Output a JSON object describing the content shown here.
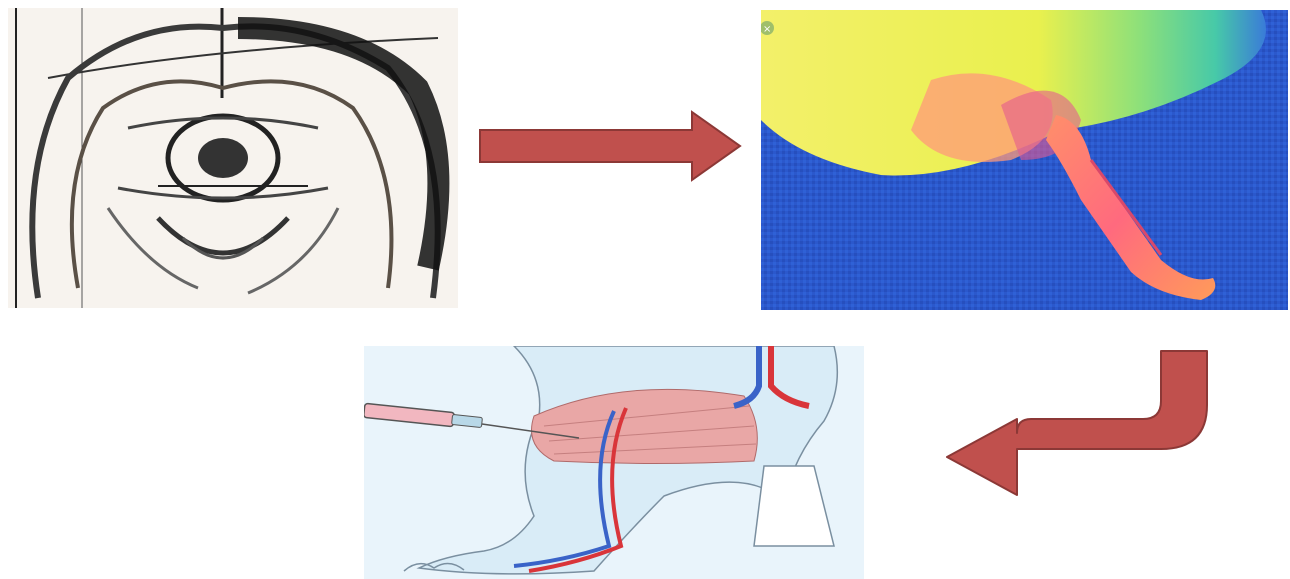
{
  "figure": {
    "panels": [
      {
        "id": "brain-section",
        "kind": "coronal-brain-section-sketch"
      },
      {
        "id": "thermal-image",
        "kind": "thermal-image-rat-hindlimb"
      },
      {
        "id": "injection-illustration",
        "kind": "intramuscular-injection-diagram"
      }
    ],
    "arrows": [
      {
        "from": "brain-section",
        "to": "thermal-image",
        "shape": "straight-right"
      },
      {
        "from": "thermal-image",
        "to": "injection-illustration",
        "shape": "hook-down-left"
      }
    ],
    "colors": {
      "arrow_fill": "#c0504d",
      "arrow_stroke": "#8c3836",
      "background": "#ffffff"
    }
  }
}
